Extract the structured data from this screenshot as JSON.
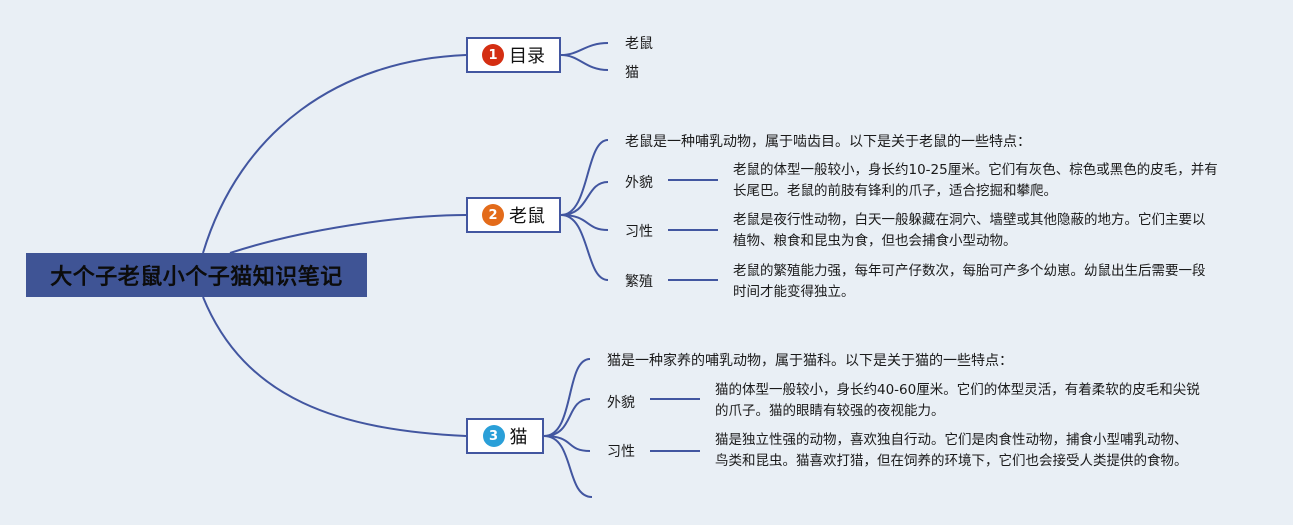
{
  "root": {
    "title": "大个子老鼠小个子猫知识笔记"
  },
  "toc": {
    "number": "1",
    "number_color": "#d42e12",
    "title": "目录",
    "items": [
      "老鼠",
      "猫"
    ]
  },
  "mouse": {
    "number": "2",
    "number_color": "#e36b1a",
    "title": "老鼠",
    "intro": "老鼠是一种哺乳动物，属于啮齿目。以下是关于老鼠的一些特点：",
    "sections": [
      {
        "label": "外貌",
        "text": "老鼠的体型一般较小，身长约10-25厘米。它们有灰色、棕色或黑色的皮毛，并有\n长尾巴。老鼠的前肢有锋利的爪子，适合挖掘和攀爬。"
      },
      {
        "label": "习性",
        "text": "老鼠是夜行性动物，白天一般躲藏在洞穴、墙壁或其他隐蔽的地方。它们主要以\n植物、粮食和昆虫为食，但也会捕食小型动物。"
      },
      {
        "label": "繁殖",
        "text": "老鼠的繁殖能力强，每年可产仔数次，每胎可产多个幼崽。幼鼠出生后需要一段\n时间才能变得独立。"
      }
    ]
  },
  "cat": {
    "number": "3",
    "number_color": "#2a9fd8",
    "title": "猫",
    "intro": "猫是一种家养的哺乳动物，属于猫科。以下是关于猫的一些特点：",
    "sections": [
      {
        "label": "外貌",
        "text": "猫的体型一般较小，身长约40-60厘米。它们的体型灵活，有着柔软的皮毛和尖锐\n的爪子。猫的眼睛有较强的夜视能力。"
      },
      {
        "label": "习性",
        "text": "猫是独立性强的动物，喜欢独自行动。它们是肉食性动物，捕食小型哺乳动物、\n鸟类和昆虫。猫喜欢打猎，但在饲养的环境下，它们也会接受人类提供的食物。"
      }
    ]
  },
  "colors": {
    "background": "#e9eff5",
    "root_fill": "#3f5495",
    "line": "#4256a0"
  }
}
